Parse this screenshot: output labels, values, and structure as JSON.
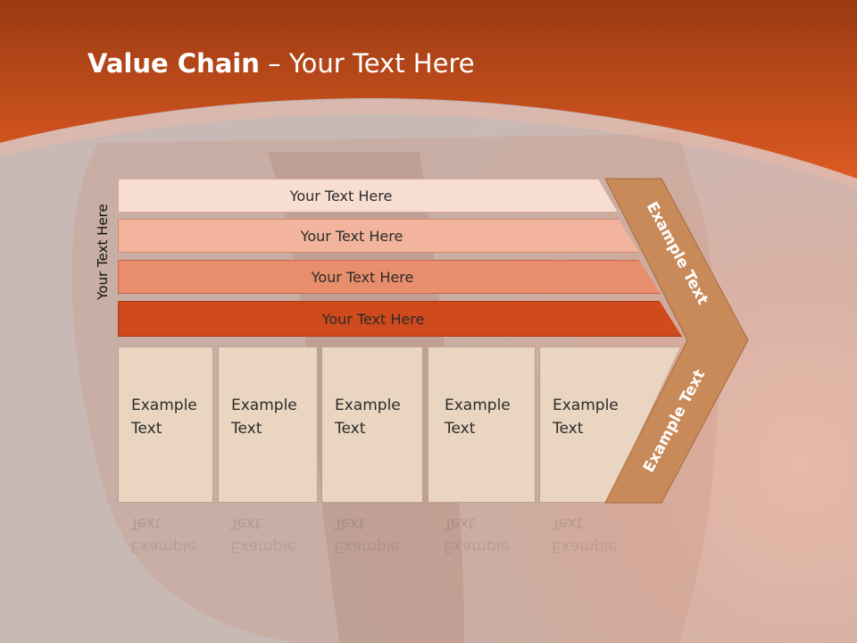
{
  "slide": {
    "title_bold": "Value Chain",
    "title_rest": " – Your Text Here"
  },
  "colors": {
    "header": "#d0501c",
    "bar1": "#f8ddd2",
    "bar2": "#f2b49c",
    "bar3": "#e98e6c",
    "bar4": "#cf4a1c",
    "box": "#ead6c0",
    "chevron": "#c98a5a"
  },
  "side_label": "Your Text Here",
  "bars": [
    {
      "label": "Your Text Here"
    },
    {
      "label": "Your Text Here"
    },
    {
      "label": "Your Text Here"
    },
    {
      "label": "Your Text Here"
    }
  ],
  "boxes": [
    {
      "line1": "Example",
      "line2": "Text"
    },
    {
      "line1": "Example",
      "line2": "Text"
    },
    {
      "line1": "Example",
      "line2": "Text"
    },
    {
      "line1": "Example",
      "line2": "Text"
    },
    {
      "line1": "Example",
      "line2": "Text"
    }
  ],
  "chevron": {
    "upper_label": "Example Text",
    "lower_label": "Example Text"
  }
}
